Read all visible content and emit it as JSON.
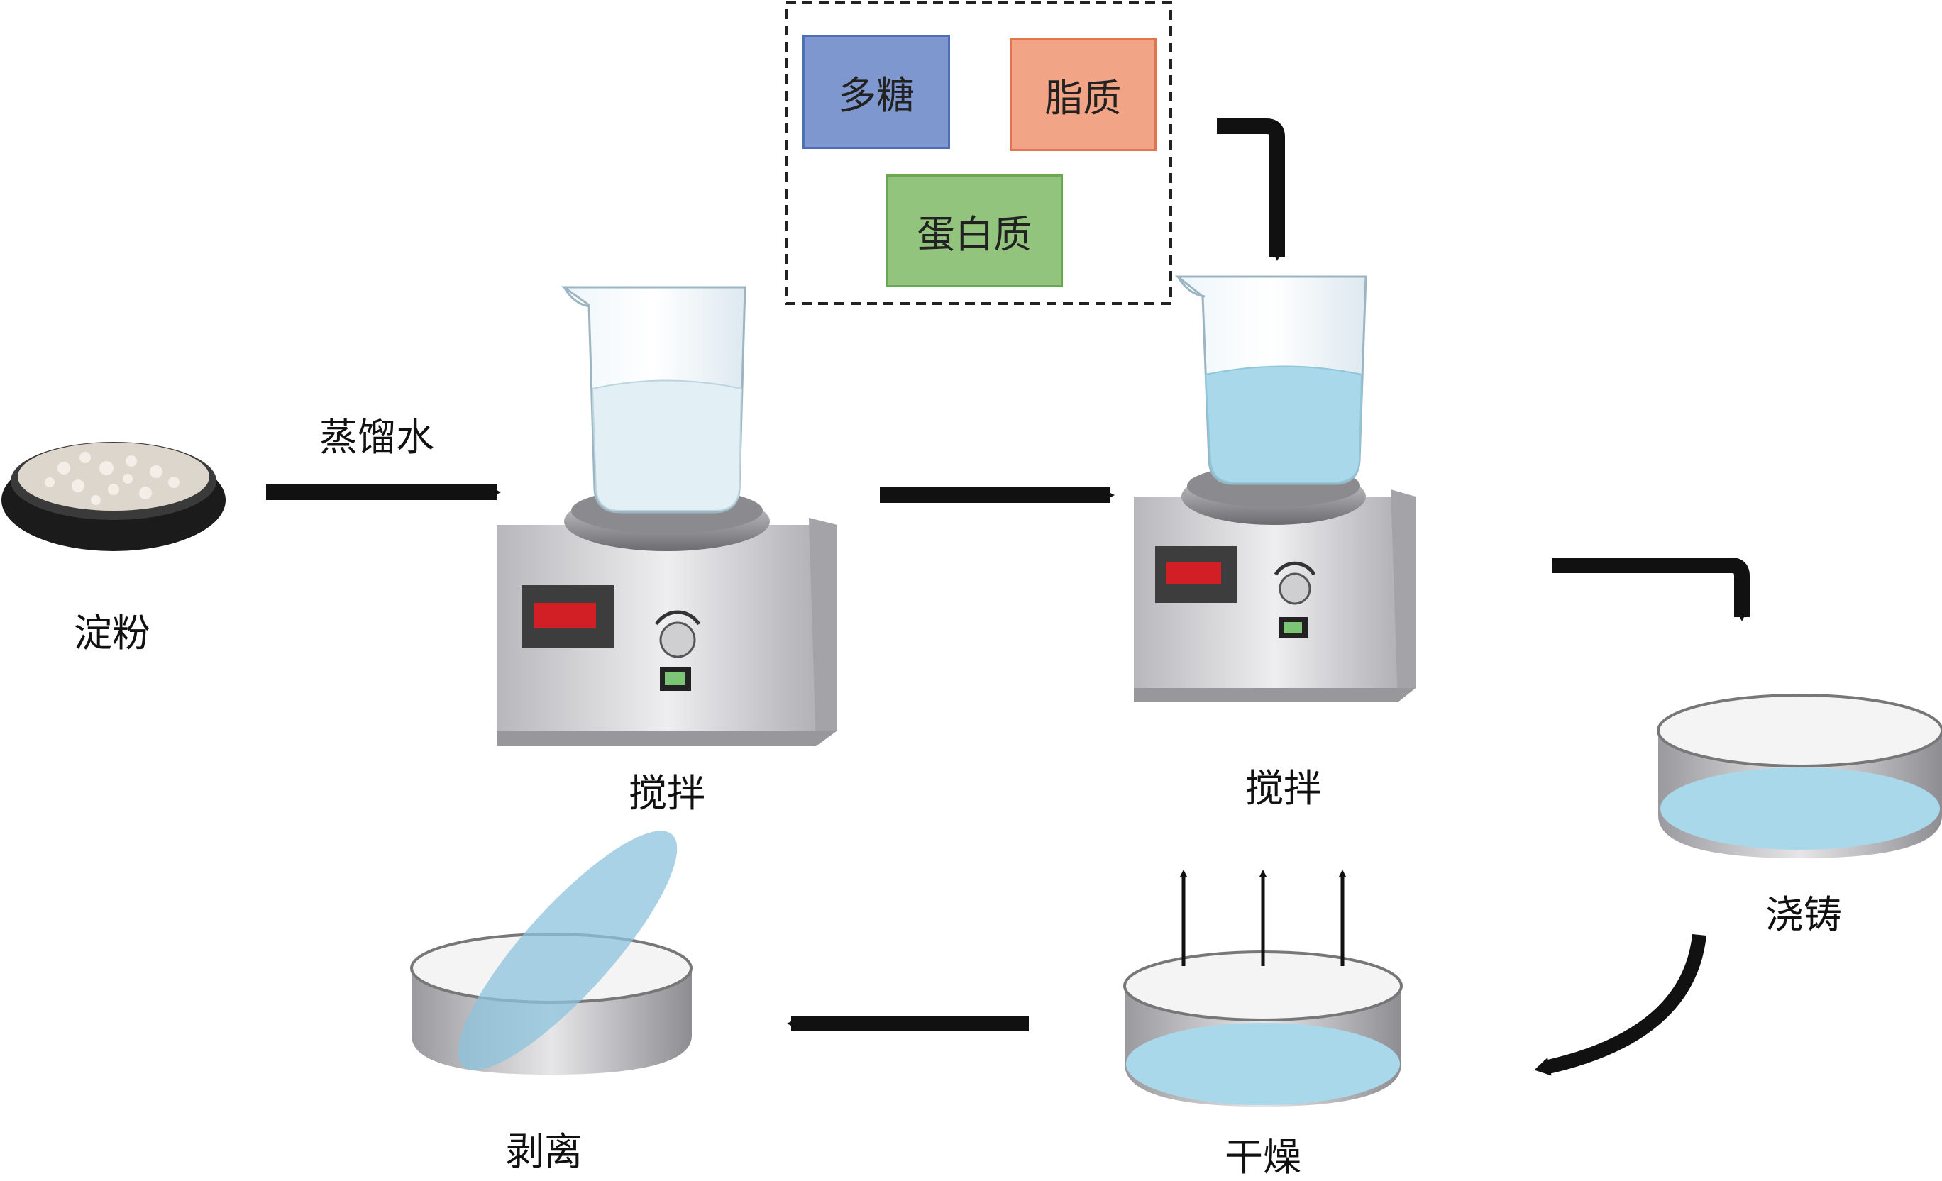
{
  "labels": {
    "starch": "淀粉",
    "water": "蒸馏水",
    "stir1": "搅拌",
    "stir2": "搅拌",
    "cast": "浇铸",
    "dry": "干燥",
    "peel": "剥离"
  },
  "additives": {
    "polysaccharide": "多糖",
    "lipid": "脂质",
    "protein": "蛋白质"
  },
  "colors": {
    "polysaccharide": "#7f97cf",
    "lipid": "#f2a586",
    "protein": "#93c47d",
    "solution": "#a8d8ea",
    "arrow": "#111111"
  }
}
